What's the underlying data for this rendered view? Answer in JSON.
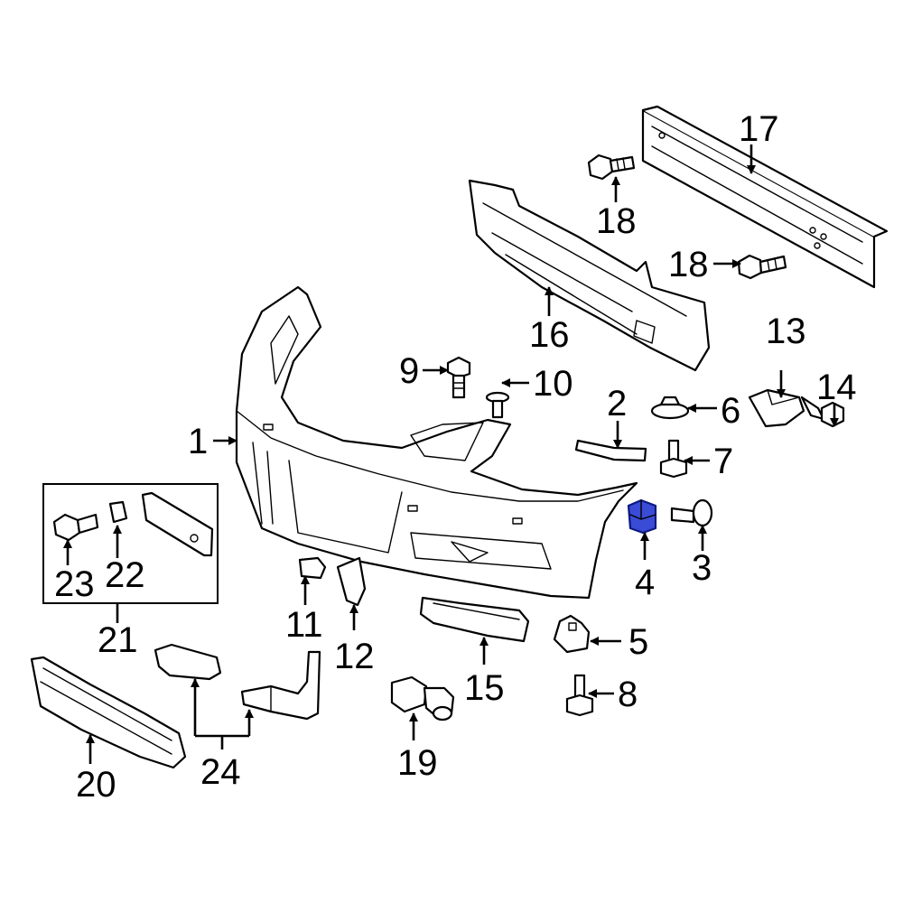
{
  "highlight_color": "#3a4bd6",
  "callouts": {
    "c1": "1",
    "c2": "2",
    "c3": "3",
    "c4": "4",
    "c5": "5",
    "c6": "6",
    "c7": "7",
    "c8": "8",
    "c9": "9",
    "c10": "10",
    "c11": "11",
    "c12": "12",
    "c13": "13",
    "c14": "14",
    "c15": "15",
    "c16": "16",
    "c17": "17",
    "c18a": "18",
    "c18b": "18",
    "c19": "19",
    "c20": "20",
    "c21": "21",
    "c22": "22",
    "c23": "23",
    "c24": "24"
  }
}
